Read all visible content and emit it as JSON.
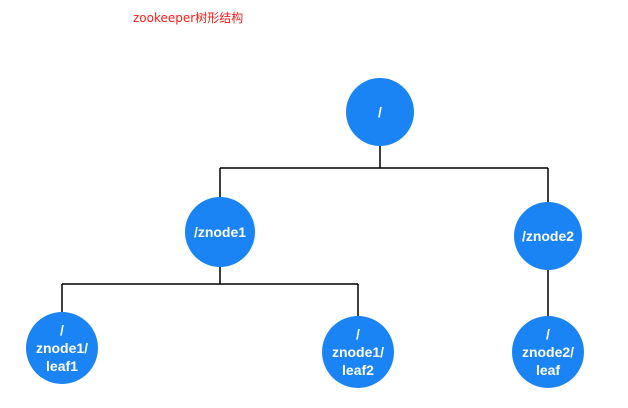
{
  "caption": "zookeeper树形结构",
  "colors": {
    "caption": "#ff1a1a",
    "node_fill": "#1a84f5",
    "node_text": "#ffffff",
    "edge": "#000000"
  },
  "nodes": [
    {
      "id": "root",
      "lines": [
        "/"
      ]
    },
    {
      "id": "znode1",
      "lines": [
        "/znode1"
      ]
    },
    {
      "id": "znode2",
      "lines": [
        "/znode2"
      ]
    },
    {
      "id": "leaf1",
      "lines": [
        "/",
        "znode1/",
        "leaf1"
      ]
    },
    {
      "id": "leaf2",
      "lines": [
        "/",
        "znode1/",
        "leaf2"
      ]
    },
    {
      "id": "leaf",
      "lines": [
        "/",
        "znode2/",
        "leaf"
      ]
    }
  ],
  "edges": [
    {
      "from": "root",
      "to": "znode1"
    },
    {
      "from": "root",
      "to": "znode2"
    },
    {
      "from": "znode1",
      "to": "leaf1"
    },
    {
      "from": "znode1",
      "to": "leaf2"
    },
    {
      "from": "znode2",
      "to": "leaf"
    }
  ]
}
